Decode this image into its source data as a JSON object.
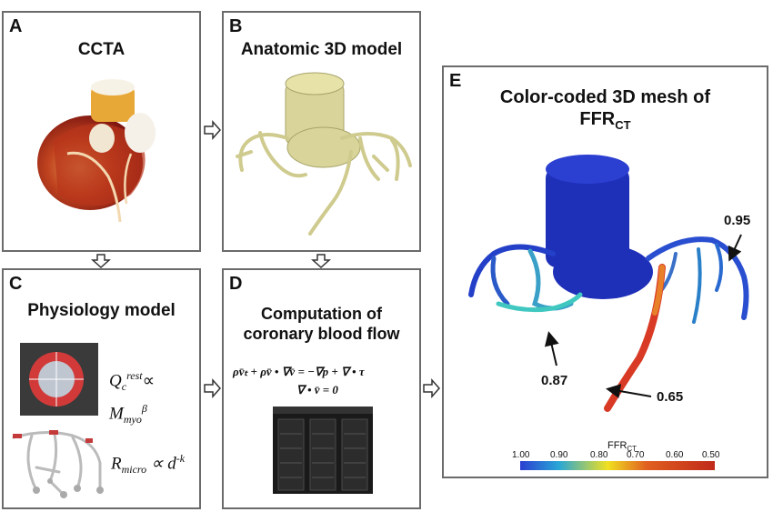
{
  "panels": {
    "a": {
      "letter": "A",
      "title": "CCTA"
    },
    "b": {
      "letter": "B",
      "title": "Anatomic 3D model"
    },
    "c": {
      "letter": "C",
      "title": "Physiology model",
      "eq1_line1": "Q",
      "eq1_sub1": "c",
      "eq1_sup1": "rest",
      "eq1_prop": "∝",
      "eq1_line2": "M",
      "eq1_sub2": "myo",
      "eq1_sup2": "β",
      "eq2_R": "R",
      "eq2_sub": "micro",
      "eq2_rest": "∝ d",
      "eq2_sup": "-k"
    },
    "d": {
      "letter": "D",
      "title_line1": "Computation of",
      "title_line2": "coronary blood flow",
      "equation1": "ρv̄ₜ + ρv̄ • ∇v̄ = −∇p + ∇ • τ",
      "equation2": "∇ • v̄ = 0"
    },
    "e": {
      "letter": "E",
      "title_line1": "Color-coded 3D mesh of",
      "title_line2": "FFR",
      "title_sub": "CT"
    }
  },
  "annotations": {
    "a095": "0.95",
    "a087": "0.87",
    "a065": "0.65"
  },
  "colorbar": {
    "title": "FFR",
    "title_sub": "CT",
    "ticks": [
      "1.00",
      "0.90",
      "0.80",
      "0.70",
      "0.60",
      "0.50"
    ],
    "colors": [
      "#2b3fd1",
      "#2aa7d6",
      "#f0e020",
      "#e06020",
      "#c02a1a"
    ]
  }
}
